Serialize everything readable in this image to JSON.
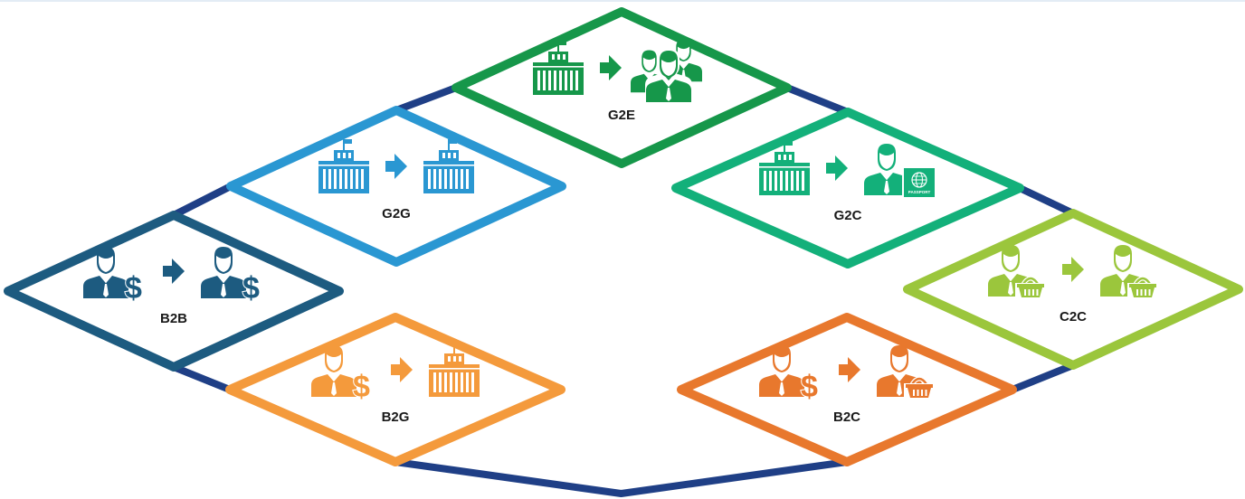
{
  "colors": {
    "connector": "#1f3f86",
    "g2e": "#16974a",
    "g2g": "#2a97d2",
    "g2c": "#13b07a",
    "b2b": "#1d5b80",
    "c2c": "#9bc63c",
    "b2g": "#f49a3c",
    "b2c": "#e8782d",
    "label": "#1a1a1a"
  },
  "passport_text": "PASSPORT",
  "models": [
    {
      "id": "g2e",
      "label": "G2E",
      "color_key": "g2e",
      "from": "government-building-icon",
      "to": "employees-group-icon"
    },
    {
      "id": "g2g",
      "label": "G2G",
      "color_key": "g2g",
      "from": "government-building-icon",
      "to": "government-building-icon"
    },
    {
      "id": "g2c",
      "label": "G2C",
      "color_key": "g2c",
      "from": "government-building-icon",
      "to": "citizen-passport-icon"
    },
    {
      "id": "b2b",
      "label": "B2B",
      "color_key": "b2b",
      "from": "businessman-dollar-icon",
      "to": "businessman-dollar-icon"
    },
    {
      "id": "c2c",
      "label": "C2C",
      "color_key": "c2c",
      "from": "consumer-basket-icon",
      "to": "consumer-basket-icon"
    },
    {
      "id": "b2g",
      "label": "B2G",
      "color_key": "b2g",
      "from": "businessman-dollar-icon",
      "to": "government-building-icon"
    },
    {
      "id": "b2c",
      "label": "B2C",
      "color_key": "b2c",
      "from": "businessman-dollar-icon",
      "to": "consumer-basket-icon"
    }
  ]
}
